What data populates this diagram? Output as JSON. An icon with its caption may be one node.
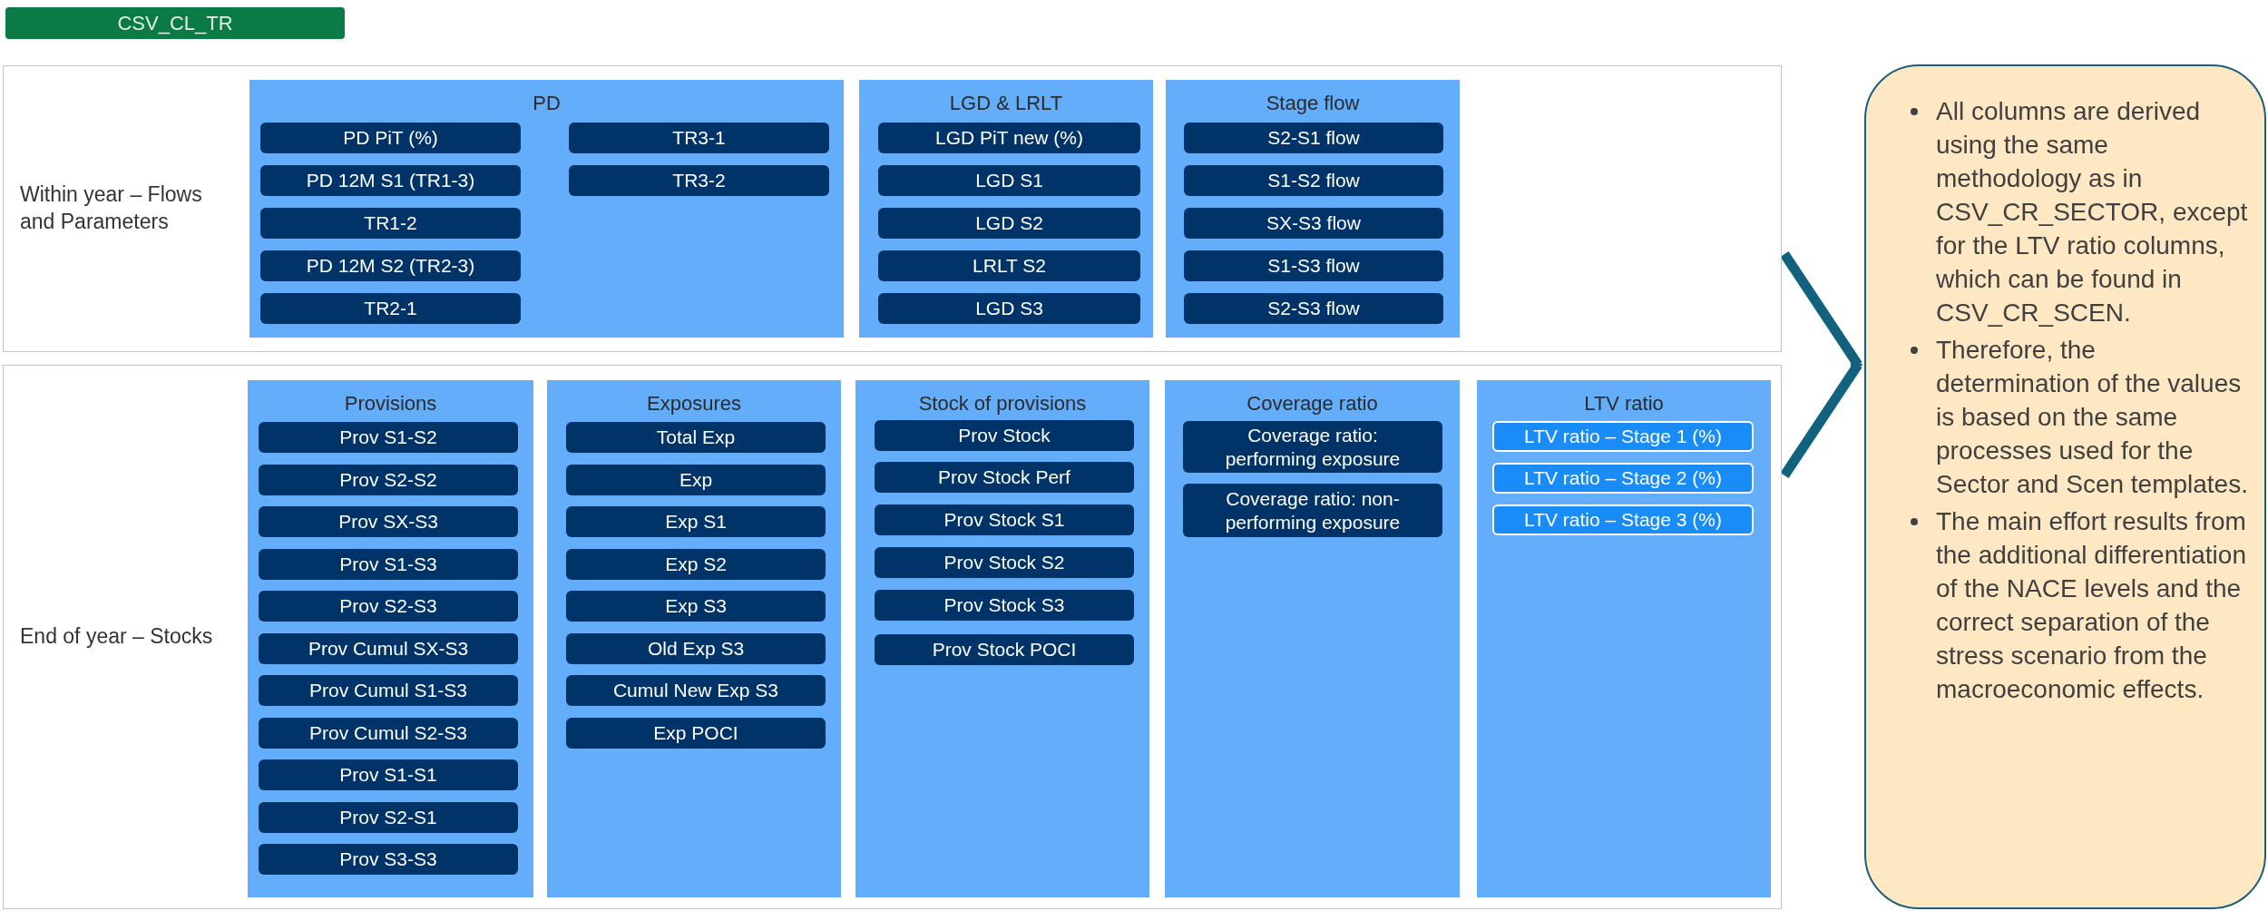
{
  "diagram": {
    "nodes": [
      {
        "text": [
          "CSV_CL_TR"
        ]
      },
      {
        "text": [
          "Within year – Flows and Parameters"
        ]
      },
      {
        "text": [
          "PD"
        ],
        "in": 1
      },
      {
        "text": [
          "PD PiT (%)"
        ],
        "in": 2
      },
      {
        "text": [
          "PD 12M S1 (TR1-3)"
        ],
        "in": 2
      },
      {
        "text": [
          "TR1-2"
        ],
        "in": 2
      },
      {
        "text": [
          "PD 12M S2 (TR2-3)"
        ],
        "in": 2
      },
      {
        "text": [
          "TR2-1"
        ],
        "in": 2
      },
      {
        "text": [
          "TR3-1"
        ],
        "in": 2
      },
      {
        "text": [
          "TR3-2"
        ],
        "in": 2
      },
      {
        "text": [
          "LGD & LRLT"
        ],
        "in": 1
      },
      {
        "text": [
          "LGD PiT new (%)"
        ],
        "in": 10
      },
      {
        "text": [
          "LGD S1"
        ],
        "in": 10
      },
      {
        "text": [
          "LGD S2"
        ],
        "in": 10
      },
      {
        "text": [
          "LRLT S2"
        ],
        "in": 10
      },
      {
        "text": [
          "LGD S3"
        ],
        "in": 10
      },
      {
        "text": [
          "Stage flow"
        ],
        "in": 1
      },
      {
        "text": [
          "S2-S1 flow"
        ],
        "in": 16
      },
      {
        "text": [
          "S1-S2 flow"
        ],
        "in": 16
      },
      {
        "text": [
          "SX-S3 flow"
        ],
        "in": 16
      },
      {
        "text": [
          "S1-S3 flow"
        ],
        "in": 16
      },
      {
        "text": [
          "S2-S3 flow"
        ],
        "in": 16
      },
      {
        "text": [
          "End of year – Stocks"
        ]
      },
      {
        "text": [
          "Provisions"
        ],
        "in": 22
      },
      {
        "text": [
          "Prov S1-S2"
        ],
        "in": 23
      },
      {
        "text": [
          "Prov S2-S2"
        ],
        "in": 23
      },
      {
        "text": [
          "Prov SX-S3"
        ],
        "in": 23
      },
      {
        "text": [
          "Prov S1-S3"
        ],
        "in": 23
      },
      {
        "text": [
          "Prov S2-S3"
        ],
        "in": 23
      },
      {
        "text": [
          "Prov Cumul SX-S3"
        ],
        "in": 23
      },
      {
        "text": [
          "Prov Cumul S1-S3"
        ],
        "in": 23
      },
      {
        "text": [
          "Prov Cumul S2-S3"
        ],
        "in": 23
      },
      {
        "text": [
          "Prov S1-S1"
        ],
        "in": 23
      },
      {
        "text": [
          "Prov S2-S1"
        ],
        "in": 23
      },
      {
        "text": [
          "Prov S3-S3"
        ],
        "in": 23
      },
      {
        "text": [
          "Exposures"
        ],
        "in": 22
      },
      {
        "text": [
          "Total Exp"
        ],
        "in": 35
      },
      {
        "text": [
          "Exp"
        ],
        "in": 35
      },
      {
        "text": [
          "Exp S1"
        ],
        "in": 35
      },
      {
        "text": [
          "Exp S2"
        ],
        "in": 35
      },
      {
        "text": [
          "Exp S3"
        ],
        "in": 35
      },
      {
        "text": [
          "Old Exp S3"
        ],
        "in": 35
      },
      {
        "text": [
          "Cumul New Exp S3"
        ],
        "in": 35
      },
      {
        "text": [
          "Exp POCI"
        ],
        "in": 35
      },
      {
        "text": [
          "Stock of provisions"
        ],
        "in": 22
      },
      {
        "text": [
          "Prov Stock"
        ],
        "in": 44
      },
      {
        "text": [
          "Prov Stock Perf"
        ],
        "in": 44
      },
      {
        "text": [
          "Prov Stock S1"
        ],
        "in": 44
      },
      {
        "text": [
          "Prov Stock S2"
        ],
        "in": 44
      },
      {
        "text": [
          "Prov Stock S3"
        ],
        "in": 44
      },
      {
        "text": [
          "Prov Stock POCI"
        ],
        "in": 44
      },
      {
        "text": [
          "Coverage ratio"
        ],
        "in": 22
      },
      {
        "text": [
          "Coverage ratio: performing exposure"
        ],
        "in": 51
      },
      {
        "text": [
          "Coverage ratio: non-performing exposure"
        ],
        "in": 51
      },
      {
        "text": [
          "LTV ratio"
        ],
        "in": 22
      },
      {
        "text": [
          "LTV ratio – Stage 1 (%)"
        ],
        "in": 54
      },
      {
        "text": [
          "LTV ratio – Stage 2 (%)"
        ],
        "in": 54
      },
      {
        "text": [
          "LTV ratio – Stage 3 (%)"
        ],
        "in": 54
      },
      {
        "text": [
          "All columns are derived using the same methodology as in CSV_CR_SECTOR, except for the LTV ratio columns, which can be found in CSV_CR_SCEN.",
          "Therefore, the determination of the values is based on the same processes used for the Sector and Scen templates.",
          "The main effort results from the additional differentiation of the NACE levels and the correct separation of the stress scenario from the macroeconomic effects."
        ]
      }
    ],
    "edges": [
      {
        "from": 1,
        "to": 58,
        "arrow": "to"
      },
      {
        "from": 22,
        "to": 58,
        "arrow": "to"
      }
    ]
  }
}
